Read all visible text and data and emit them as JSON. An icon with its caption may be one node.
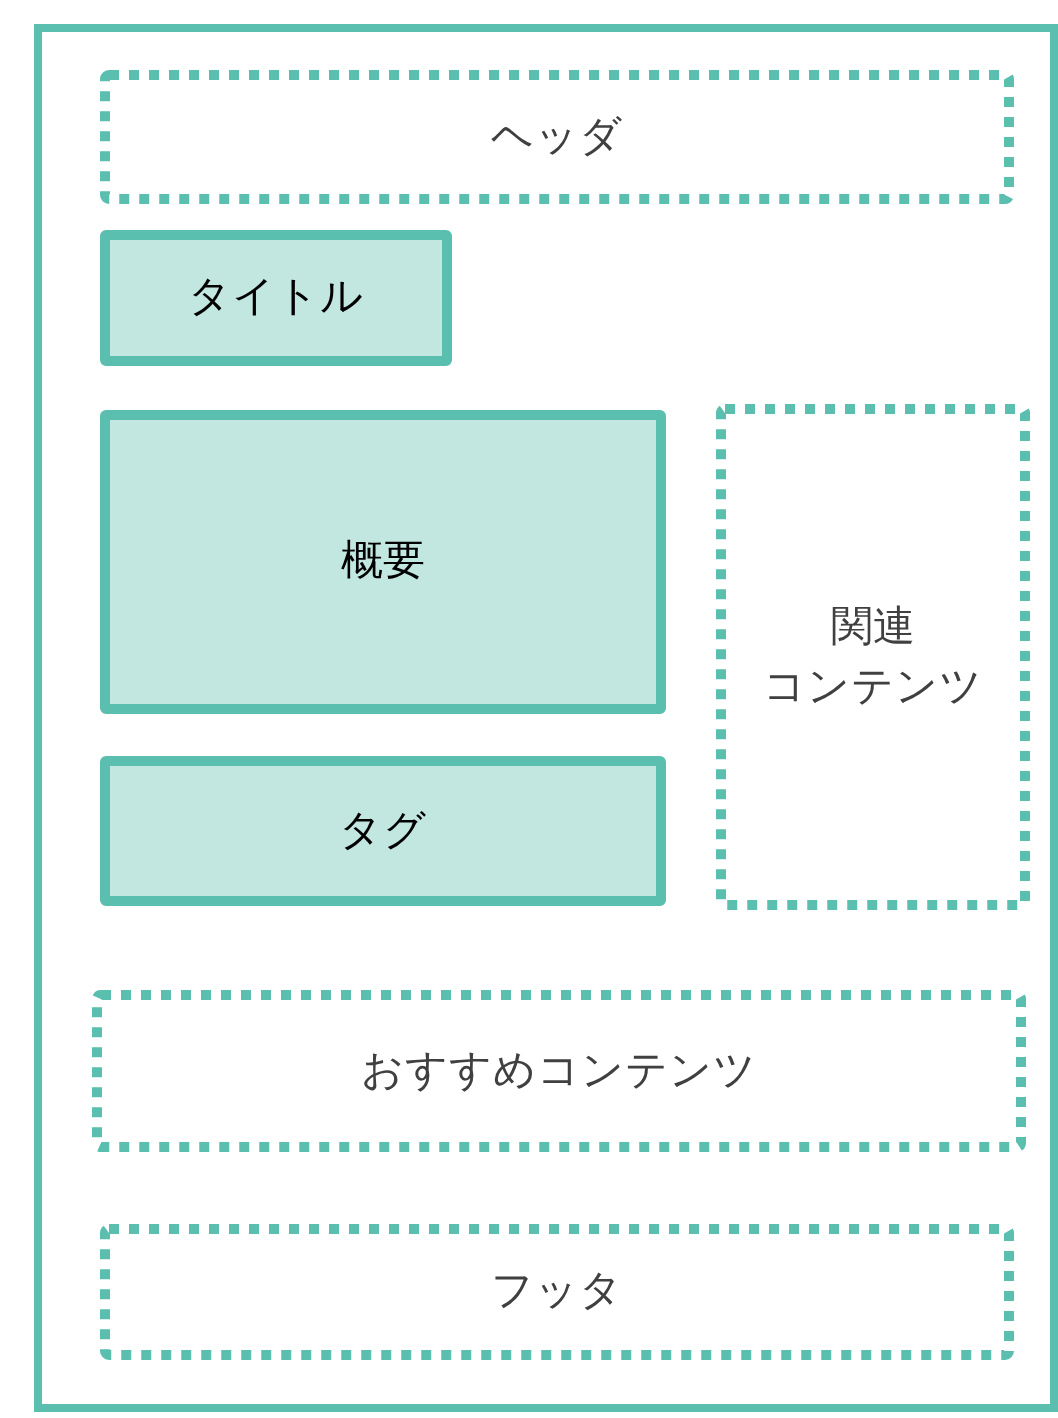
{
  "diagram": {
    "nodes": [
      {
        "text": [],
        "shape": "box"
      },
      {
        "text": [
          "ヘッダ"
        ],
        "in": 0
      },
      {
        "text": [
          "タイトル"
        ],
        "in": 0
      },
      {
        "text": [
          "概要"
        ],
        "in": 0
      },
      {
        "text": [
          "関連コンテンツ"
        ],
        "in": 0
      },
      {
        "text": [
          "タグ"
        ],
        "in": 0
      },
      {
        "text": [
          "おすすめコンテンツ"
        ],
        "in": 0
      },
      {
        "text": [
          "フッタ"
        ],
        "in": 0
      }
    ]
  }
}
